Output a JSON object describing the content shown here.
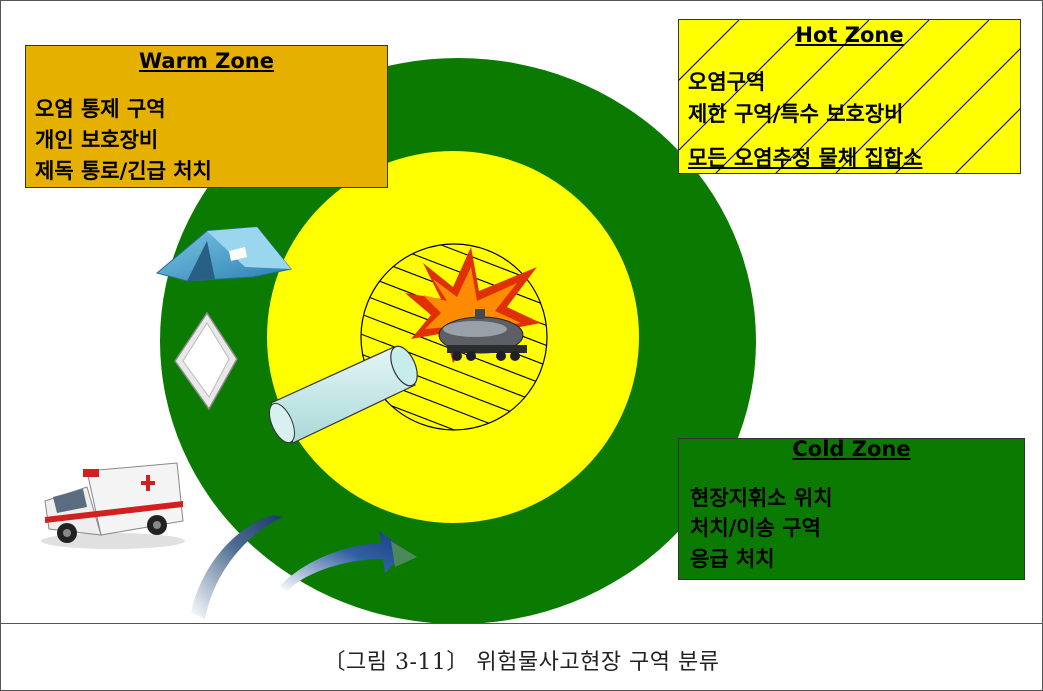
{
  "colors": {
    "outer_ring": "#0b7a00",
    "middle_ring": "#ffff00",
    "warm_box": "#e6b000",
    "hot_box": "#ffff00",
    "cold_box": "#0b7a00",
    "explosion_outer": "#e03000",
    "explosion_inner": "#ff8c00"
  },
  "warm_zone": {
    "title": "Warm Zone",
    "lines": [
      "오염 통제 구역",
      "개인 보호장비",
      "제독 통로/긴급 처치"
    ]
  },
  "hot_zone": {
    "title": "Hot Zone",
    "lines": [
      "오염구역",
      "제한 구역/특수 보호장비",
      "모든 오염추정 물체 집합소"
    ]
  },
  "cold_zone": {
    "title": "Cold Zone",
    "lines": [
      "현장지휘소 위치",
      "처치/이송 구역",
      "응급 처치"
    ]
  },
  "icons": [
    "tent-icon",
    "diamond-sign-icon",
    "pipe-icon",
    "tanker-car-icon",
    "explosion-icon",
    "ambulance-icon",
    "arrow-icon"
  ],
  "caption": "〔그림 3-11〕 위험물사고현장 구역 분류"
}
